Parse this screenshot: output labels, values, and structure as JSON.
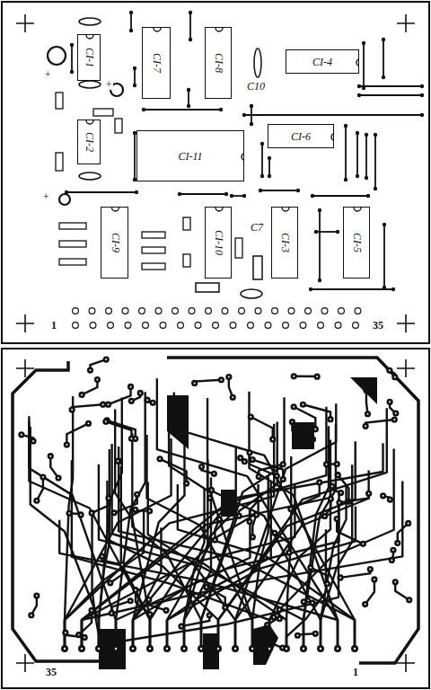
{
  "diagram": {
    "nodes": [
      {
        "text": [
          "CI-1"
        ]
      },
      {
        "text": [
          "CI-7"
        ]
      },
      {
        "text": [
          "CI-8"
        ]
      },
      {
        "text": [
          "CI-4"
        ]
      },
      {
        "text": [
          "CI-2"
        ]
      },
      {
        "text": [
          "CI-6"
        ]
      },
      {
        "text": [
          "CI-11"
        ]
      },
      {
        "text": [
          "CI-9"
        ]
      },
      {
        "text": [
          "CI-10"
        ]
      },
      {
        "text": [
          "CI-3"
        ]
      },
      {
        "text": [
          "CI-5"
        ]
      }
    ],
    "labels": [
      "C10",
      "C7",
      "+",
      "+",
      "+",
      "1",
      "35",
      "35",
      "1"
    ]
  }
}
